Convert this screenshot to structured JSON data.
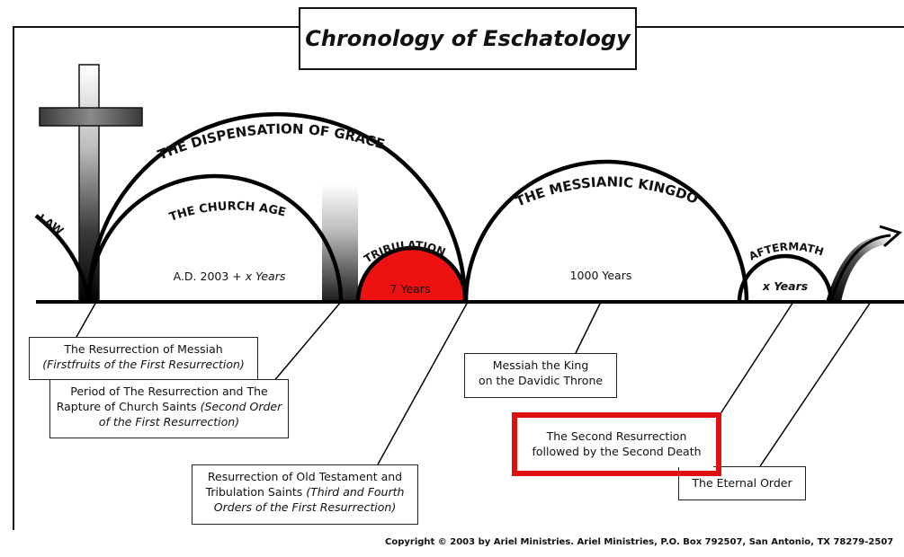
{
  "title": "Chronology of Eschatology",
  "arc_labels": {
    "law": "LAW",
    "dispensation_of_grace": "THE DISPENSATION OF GRACE",
    "church_age": "THE CHURCH AGE",
    "tribulation": "TRIBULATION",
    "messianic_kingdom": "THE MESSIANIC KINGDOM",
    "aftermath": "AFTERMATH"
  },
  "period_labels": {
    "church_age_prefix": "A.D. 2003 + ",
    "church_age_var": "x Years",
    "tribulation": "7 Years",
    "kingdom": "1000 Years",
    "aftermath": "x Years"
  },
  "boxes": {
    "messiah_resurrection": {
      "line1": "The Resurrection of Messiah",
      "line2": "(Firstfruits of the First Resurrection)"
    },
    "church_rapture": {
      "line1": "Period of The Resurrection and The",
      "line2a": "Rapture of Church Saints ",
      "line2b": "(Second Order",
      "line3": "of the First Resurrection)"
    },
    "ot_saints": {
      "line1": "Resurrection of Old Testament and",
      "line2a": "Tribulation Saints ",
      "line2b": "(Third and Fourth",
      "line3": "Orders of the First Resurrection)"
    },
    "messiah_king": {
      "line1": "Messiah the King",
      "line2": "on the Davidic Throne"
    },
    "second_resurrection": {
      "line1": "The Second Resurrection",
      "line2": "followed by the Second Death"
    },
    "eternal_order": {
      "line1": "The Eternal Order"
    }
  },
  "highlight_color": "#e01010",
  "tribulation_color": "#ee1111",
  "copyright": "Copyright © 2003 by Ariel Ministries. Ariel Ministries, P.O. Box 792507, San Antonio, TX 78279-2507"
}
